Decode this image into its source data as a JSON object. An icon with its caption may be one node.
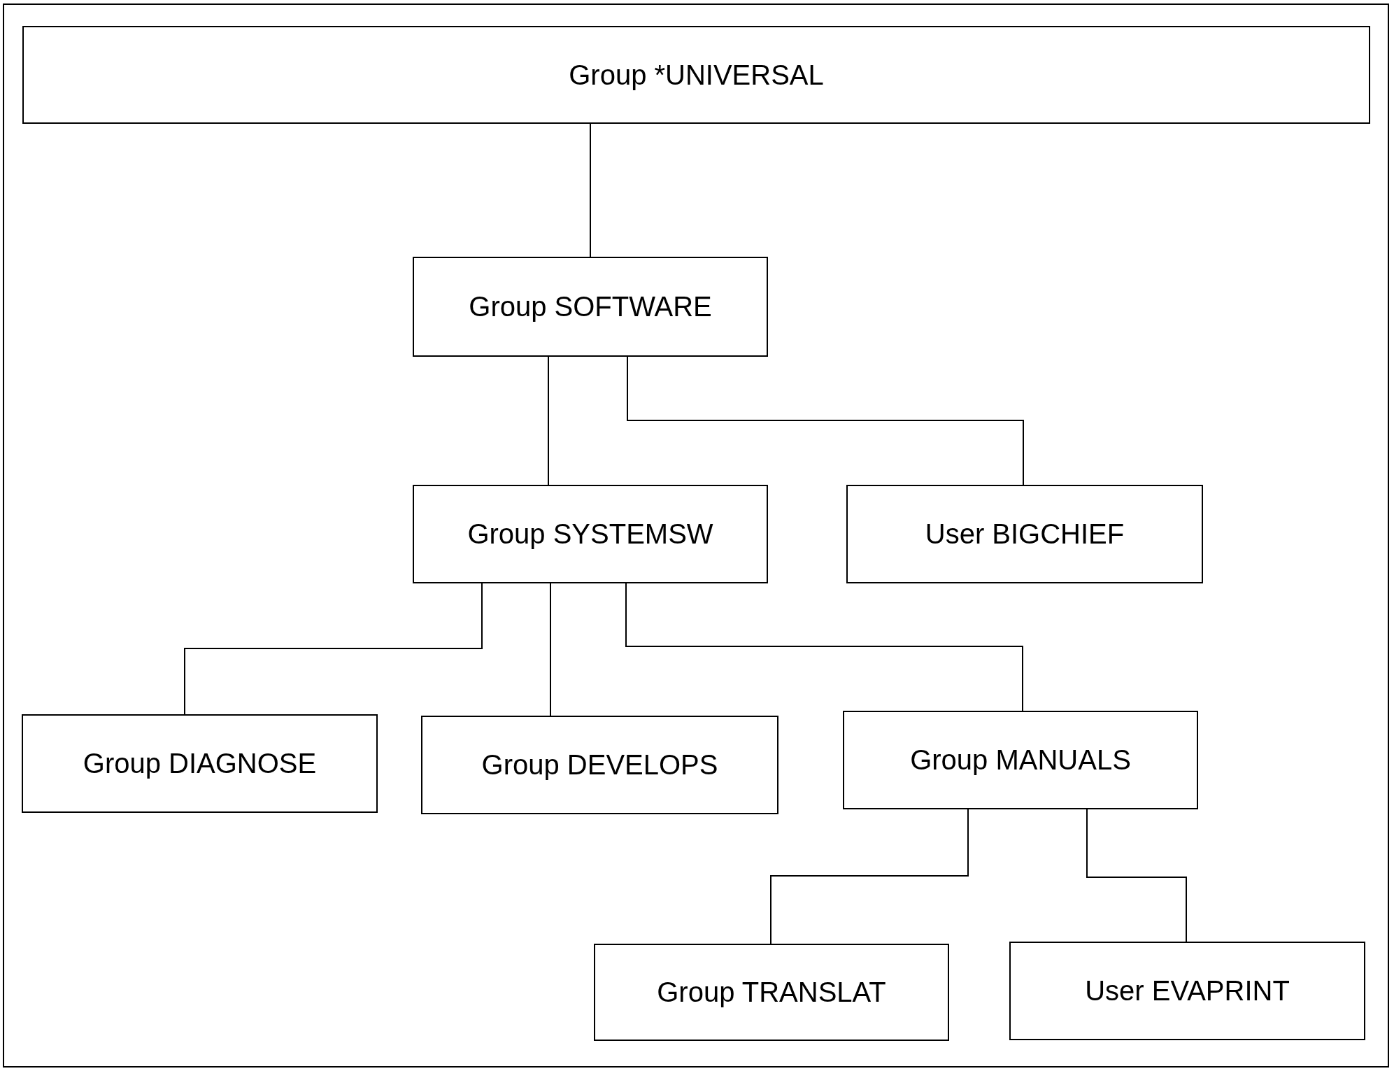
{
  "diagram": {
    "nodes": [
      {
        "text": [
          "Group *UNIVERSAL"
        ]
      },
      {
        "text": [
          "Group SOFTWARE"
        ]
      },
      {
        "text": [
          "Group SYSTEMSW"
        ]
      },
      {
        "text": [
          "User BIGCHIEF"
        ]
      },
      {
        "text": [
          "Group DIAGNOSE"
        ]
      },
      {
        "text": [
          "Group DEVELOPS"
        ]
      },
      {
        "text": [
          "Group MANUALS"
        ]
      },
      {
        "text": [
          "Group TRANSLAT"
        ]
      },
      {
        "text": [
          "User EVAPRINT"
        ]
      }
    ],
    "edges": [
      {
        "from": 0,
        "to": 1,
        "arrow": "none"
      },
      {
        "from": 1,
        "to": 2,
        "arrow": "none"
      },
      {
        "from": 1,
        "to": 3,
        "arrow": "none"
      },
      {
        "from": 2,
        "to": 4,
        "arrow": "none"
      },
      {
        "from": 2,
        "to": 5,
        "arrow": "none"
      },
      {
        "from": 2,
        "to": 6,
        "arrow": "none"
      },
      {
        "from": 6,
        "to": 7,
        "arrow": "none"
      },
      {
        "from": 6,
        "to": 8,
        "arrow": "none"
      }
    ]
  }
}
